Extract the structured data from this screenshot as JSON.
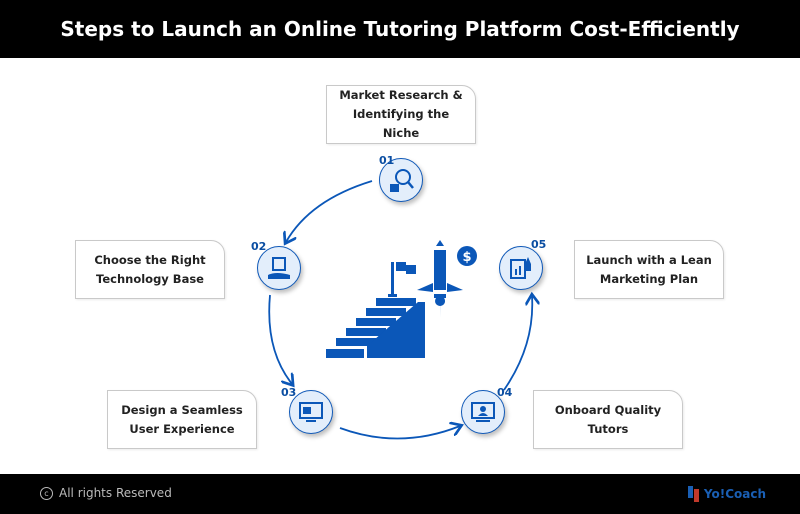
{
  "title": "Steps to Launch an Online Tutoring Platform Cost-Efficiently",
  "steps": [
    {
      "num": "01",
      "label": "Market Research & Identifying the Niche",
      "icon": "market-research-icon"
    },
    {
      "num": "02",
      "label": "Choose the Right Technology Base",
      "icon": "technology-icon"
    },
    {
      "num": "03",
      "label": "Design a Seamless User Experience",
      "icon": "ux-design-icon"
    },
    {
      "num": "04",
      "label": "Onboard Quality Tutors",
      "icon": "tutor-icon"
    },
    {
      "num": "05",
      "label": "Launch with a Lean Marketing Plan",
      "icon": "launch-marketing-icon"
    }
  ],
  "footer": {
    "copyright": "All rights Reserved",
    "logo": "Yo!Coach"
  },
  "colors": {
    "accent": "#0b57b8",
    "bar": "#000000"
  }
}
